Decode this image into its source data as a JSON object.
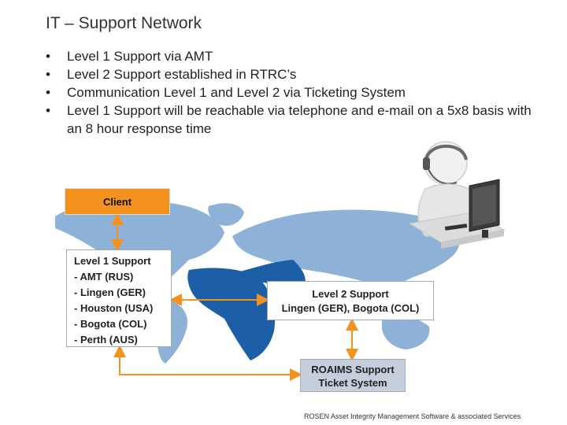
{
  "title": "IT – Support Network",
  "bullets": [
    "Level 1 Support via AMT",
    "Level 2 Support established in RTRC’s",
    "Communication Level 1 and Level 2 via Ticketing System",
    "Level 1 Support will be reachable via telephone and e-mail on a 5x8 basis with an 8 hour response time"
  ],
  "nodes": {
    "client": "Client",
    "level1": [
      "Level 1 Support",
      "- AMT (RUS)",
      "- Lingen (GER)",
      "- Houston (USA)",
      "- Bogota (COL)",
      "- Perth (AUS)"
    ],
    "level2": [
      "Level 2 Support",
      "Lingen (GER), Bogota (COL)"
    ],
    "roaims": [
      "ROAIMS Support",
      "Ticket System"
    ]
  },
  "footer": "ROSEN Asset Integrity Management Software & associated Services",
  "colors": {
    "client_box": "#f3921e",
    "arrow": "#f3921e",
    "map_dark": "#1c5fa6",
    "map_light": "#8eb1d8",
    "roaims_box": "#c5cfdb"
  },
  "icons": [
    "world-map",
    "support-agent-figure-with-headset",
    "computer-monitor"
  ]
}
